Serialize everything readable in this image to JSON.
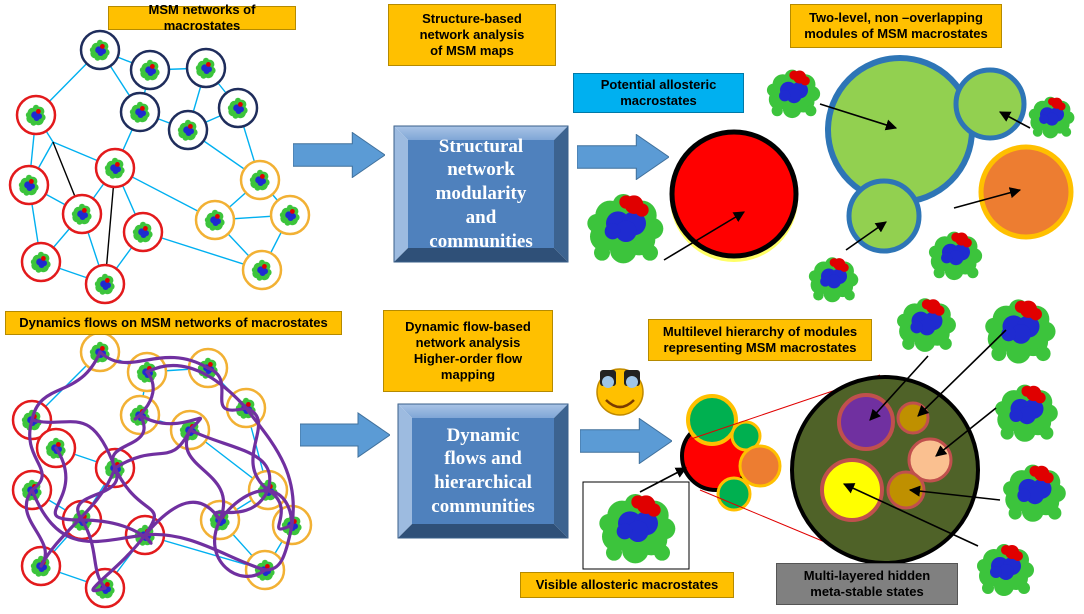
{
  "labels": {
    "msm_networks": "MSM networks of macrostates",
    "structure_based": "Structure-based\nnetwork analysis\nof MSM maps",
    "two_level": "Two-level, non –overlapping\nmodules of MSM macrostates",
    "potential_allosteric": "Potential allosteric\nmacrostates",
    "dynamics_flows": "Dynamics flows on  MSM networks of macrostates",
    "dynamic_flow_based": "Dynamic flow-based\nnetwork analysis\nHigher-order flow\nmapping",
    "multilevel_hierarchy": "Multilevel hierarchy of modules\nrepresenting MSM macrostates",
    "visible_allosteric": "Visible allosteric macrostates",
    "hidden_states": "Multi-layered hidden\nmeta-stable states"
  },
  "boxes": {
    "structural": "Structural\nnetwork\nmodularity\nand\ncommunities",
    "dynamic": "Dynamic\nflows and\nhierarchical\ncommunities"
  },
  "colors": {
    "label_orange": "#ffc000",
    "label_cyan": "#00b0f0",
    "label_gray": "#808080",
    "arrow_blue": "#5b9bd5",
    "box_blue": "#4f81bd",
    "edge_cyan": "#00b0f0",
    "flow_purple": "#7030a0",
    "node_navy": "#1f2d5c",
    "node_red": "#e31a1c",
    "node_orange": "#f2b134",
    "module_green": "#92d050",
    "module_orange": "#ed7d31",
    "module_red": "#ff0000",
    "hierarchy_dark_green": "#4f6228",
    "protein_green": "#3cc43c",
    "protein_blue": "#1f2bd0",
    "protein_red": "#e00000"
  },
  "icons": [
    "protein-icon",
    "binocular-emoji-icon",
    "block-arrow-icon"
  ]
}
